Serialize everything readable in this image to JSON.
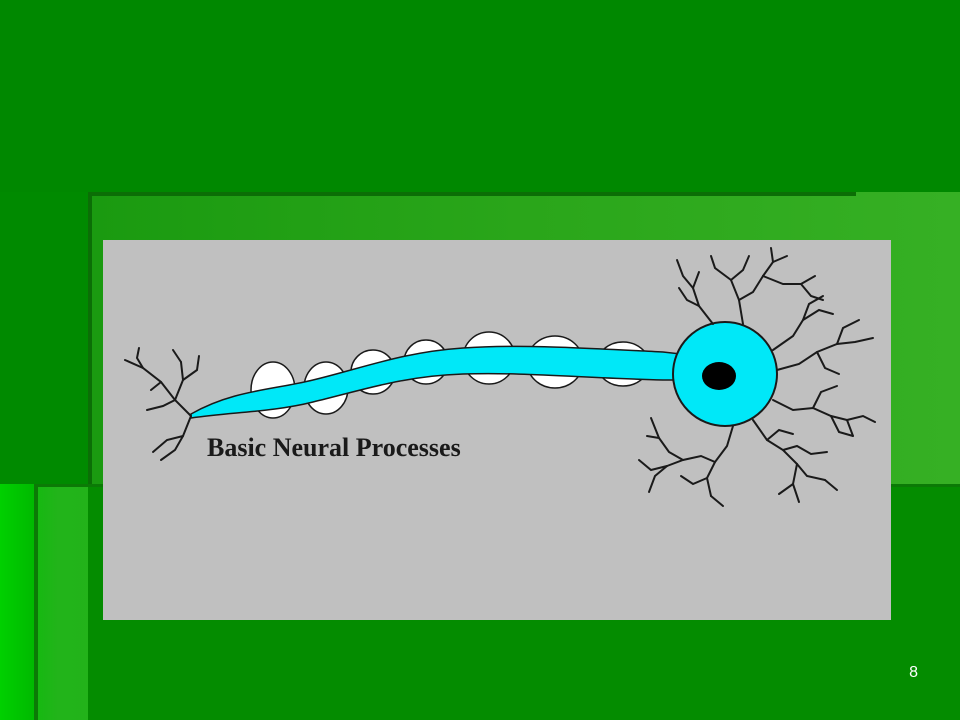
{
  "slide": {
    "figure": {
      "caption": "Basic Neural Processes"
    },
    "page_number": "8"
  },
  "colors": {
    "background_green": "#008800",
    "picture_gray": "#c0c0c0",
    "axon_cyan": "#00e8f8",
    "myelin_white": "#ffffff",
    "nucleus_black": "#000000",
    "dendrite_black": "#1a1a1a"
  },
  "icons": {
    "neuron": "neuron-illustration"
  }
}
